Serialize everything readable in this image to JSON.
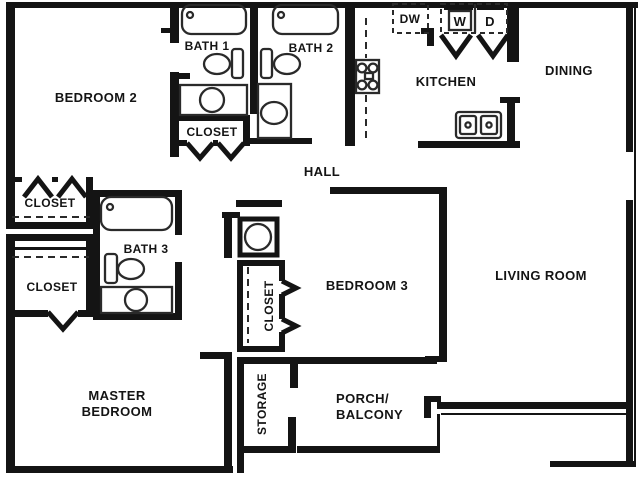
{
  "floor_plan": {
    "kind": "apartment-floor-plan",
    "rooms": {
      "bedroom2": "BEDROOM 2",
      "bath1": "BATH 1",
      "bath2": "BATH 2",
      "bath3": "BATH 3",
      "kitchen": "KITCHEN",
      "dining": "DINING",
      "hall": "HALL",
      "bedroom3": "BEDROOM 3",
      "living_room": "LIVING ROOM",
      "master_line1": "MASTER",
      "master_line2": "BEDROOM",
      "porch_line1": "PORCH/",
      "porch_line2": "BALCONY",
      "storage": "STORAGE"
    },
    "closets": {
      "bedroom2_closet": "CLOSET",
      "master_closet": "CLOSET",
      "hall_closet": "CLOSET",
      "bedroom3_closet": "CLOSET"
    },
    "appliances": {
      "washer": "W",
      "dryer": "D",
      "dishwasher": "DW"
    },
    "colors": {
      "wall": "#141414",
      "background": "#ffffff",
      "fixture": "#2a2a2a"
    }
  }
}
